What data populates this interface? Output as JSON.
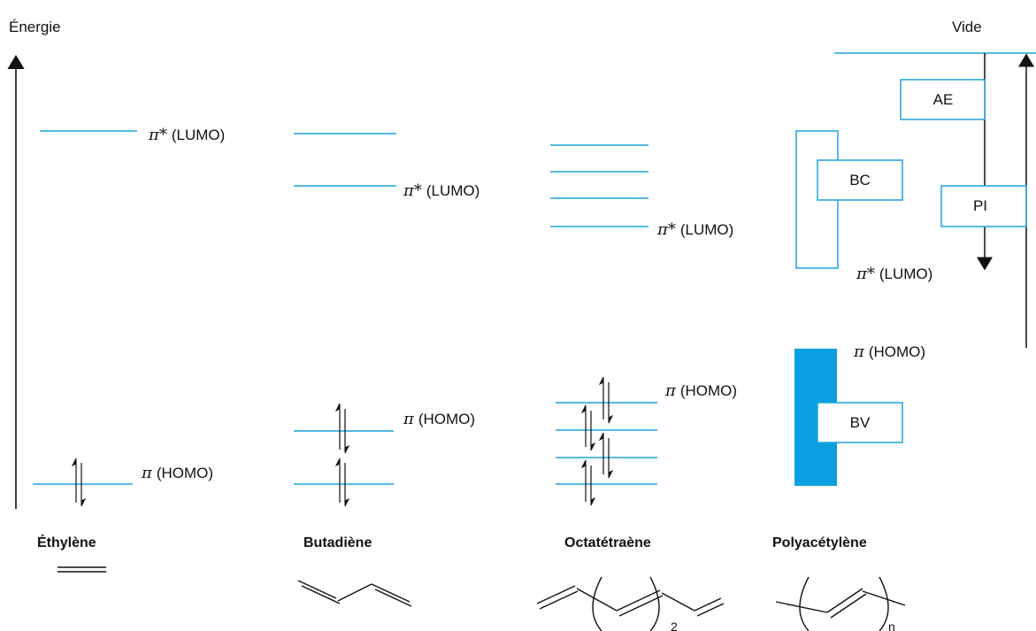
{
  "axis": {
    "energy_label": "Énergie",
    "vacuum_label": "Vide"
  },
  "symbols": {
    "pi": "π",
    "pi_star": "π*"
  },
  "labels": {
    "lumo": "(LUMO)",
    "homo": "(HOMO)",
    "affinity": "AE",
    "conduction_band": "BC",
    "ionization": "PI",
    "valence_band": "BV"
  },
  "molecules": [
    "Éthylène",
    "Butadiène",
    "Octatétraène",
    "Polyacétylène"
  ],
  "subscripts": {
    "octatetraene": "2",
    "polyacetylene": "n"
  },
  "colors": {
    "level_line": "#1fa3dc",
    "band_fill": "#0aa0e0",
    "axis": "#111111"
  }
}
